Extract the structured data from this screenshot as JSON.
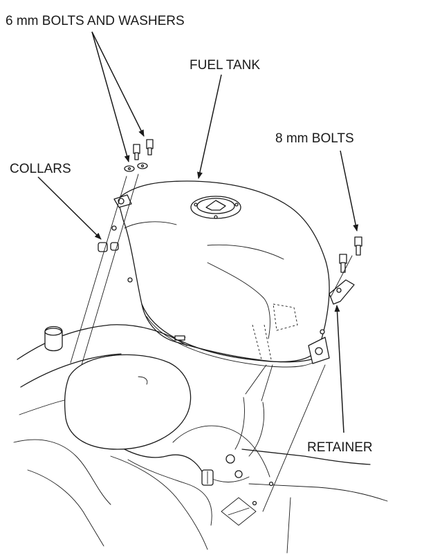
{
  "labels": {
    "bolts_washers": "6 mm BOLTS AND WASHERS",
    "fuel_tank": "FUEL TANK",
    "bolts_8mm": "8 mm BOLTS",
    "collars": "COLLARS",
    "retainer": "RETAINER"
  },
  "colors": {
    "ink": "#1a1a1a",
    "paper": "#ffffff"
  }
}
